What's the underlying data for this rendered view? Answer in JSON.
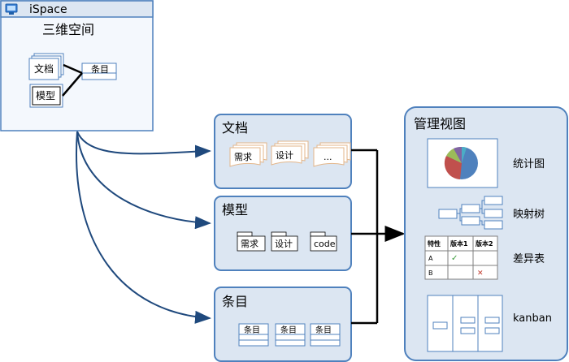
{
  "ispace": {
    "label": "iSpace",
    "subtitle": "三维空间",
    "doc": "文档",
    "entry": "条目",
    "model": "模型"
  },
  "docs_panel": {
    "title": "文档",
    "items": [
      "需求",
      "设计",
      "..."
    ]
  },
  "model_panel": {
    "title": "模型",
    "items": [
      "需求",
      "设计",
      "code"
    ]
  },
  "entries_panel": {
    "title": "条目",
    "items": [
      "条目",
      "条目",
      "条目"
    ]
  },
  "views_panel": {
    "title": "管理视图",
    "views": [
      "统计图",
      "映射树",
      "差异表",
      "kanban"
    ],
    "diff_table": {
      "headers": [
        "特性",
        "版本1",
        "版本2"
      ],
      "rows": [
        "A",
        "B"
      ],
      "check": "✓",
      "cross": "✕"
    }
  },
  "colors": {
    "panel_fill": "#dce6f2",
    "panel_border": "#4f81bd",
    "arrow": "#1f497d",
    "doc_border": "#e3b68a"
  }
}
